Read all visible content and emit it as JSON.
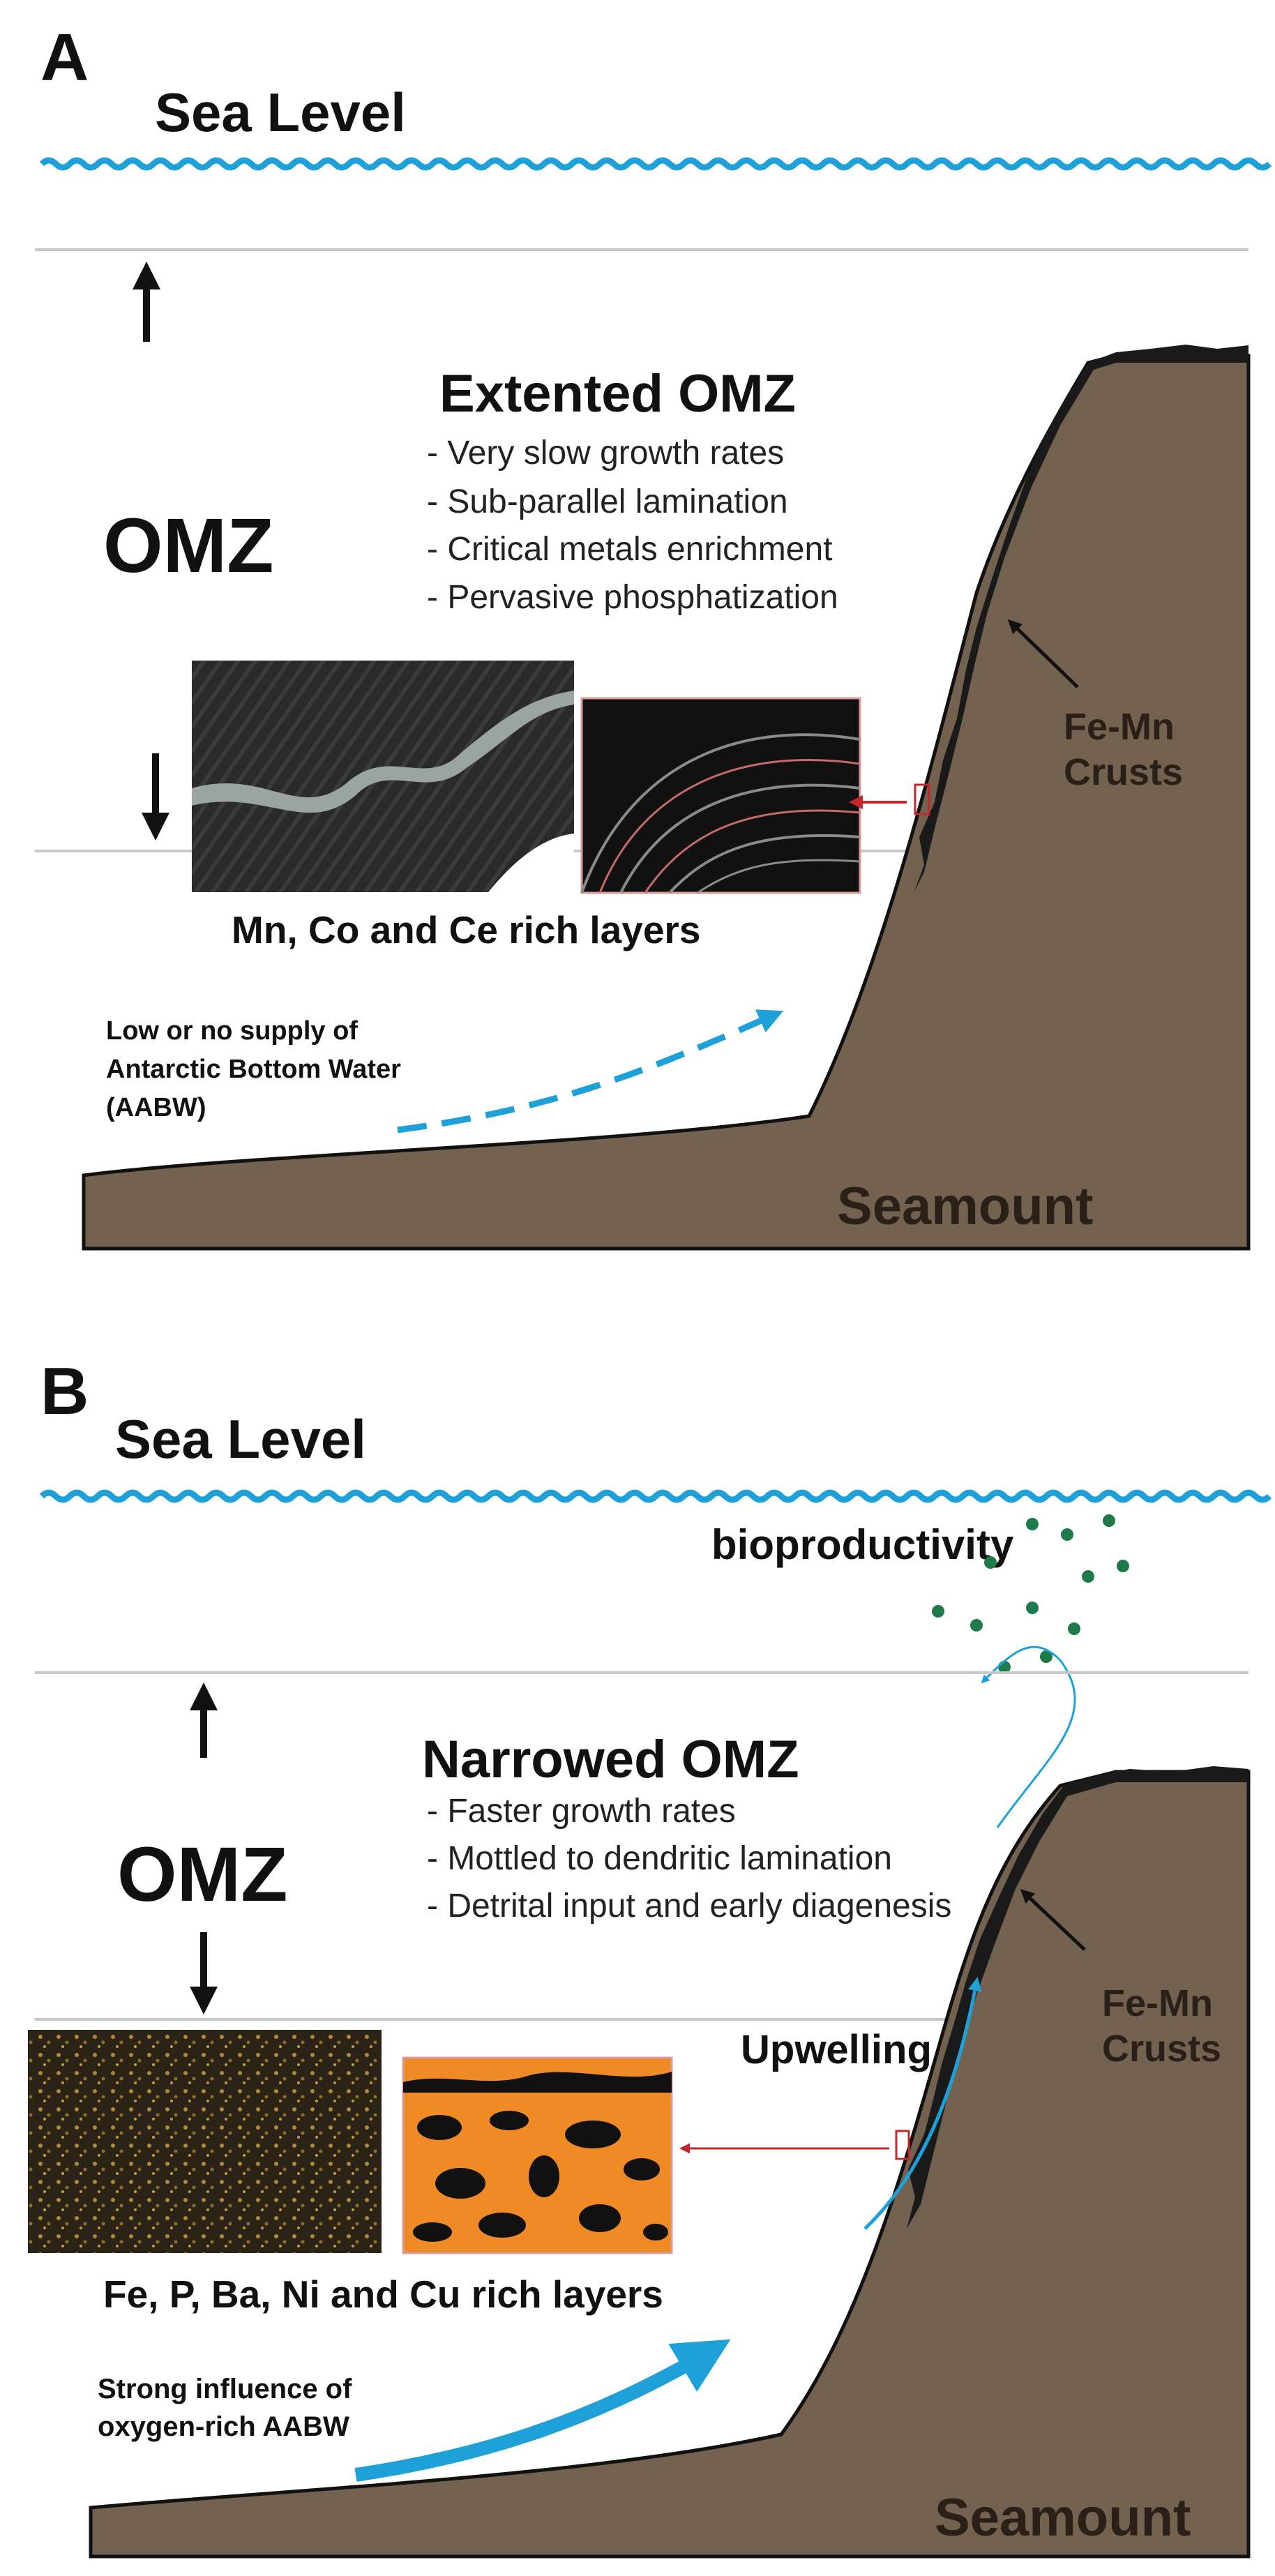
{
  "panel_a": {
    "letter": "A",
    "sea_level": "Sea Level",
    "omz_label": "OMZ",
    "omz_title": "Extented OMZ",
    "bullets": [
      "- Very slow growth rates",
      "- Sub-parallel lamination",
      "- Critical metals enrichment",
      "- Pervasive phosphatization"
    ],
    "crust_label_1": "Fe-Mn",
    "crust_label_2": "Crusts",
    "layers_caption": "Mn, Co and Ce rich layers",
    "water_line_1": "Low or no supply of",
    "water_line_2": "Antarctic Bottom Water",
    "water_line_3": "(AABW)",
    "seamount": "Seamount"
  },
  "panel_b": {
    "letter": "B",
    "sea_level": "Sea Level",
    "bioproductivity": "bioproductivity",
    "omz_label": "OMZ",
    "omz_title": "Narrowed OMZ",
    "bullets": [
      "- Faster growth rates",
      "- Mottled to dendritic lamination",
      "- Detrital input and early diagenesis"
    ],
    "upwelling": "Upwelling",
    "crust_label_1": "Fe-Mn",
    "crust_label_2": "Crusts",
    "layers_caption": "Fe, P, Ba, Ni and Cu rich layers",
    "water_line_1": "Strong influence of",
    "water_line_2": "oxygen-rich AABW",
    "seamount": "Seamount"
  },
  "colors": {
    "water": "#1ea0d8",
    "seamount": "#73624f",
    "crust": "#1a1a1a",
    "omz_line": "#c8c8c8",
    "pointer_red": "#c0282d",
    "bio_dots": "#1f7a4a",
    "phosphate_orange": "#f08a24"
  }
}
